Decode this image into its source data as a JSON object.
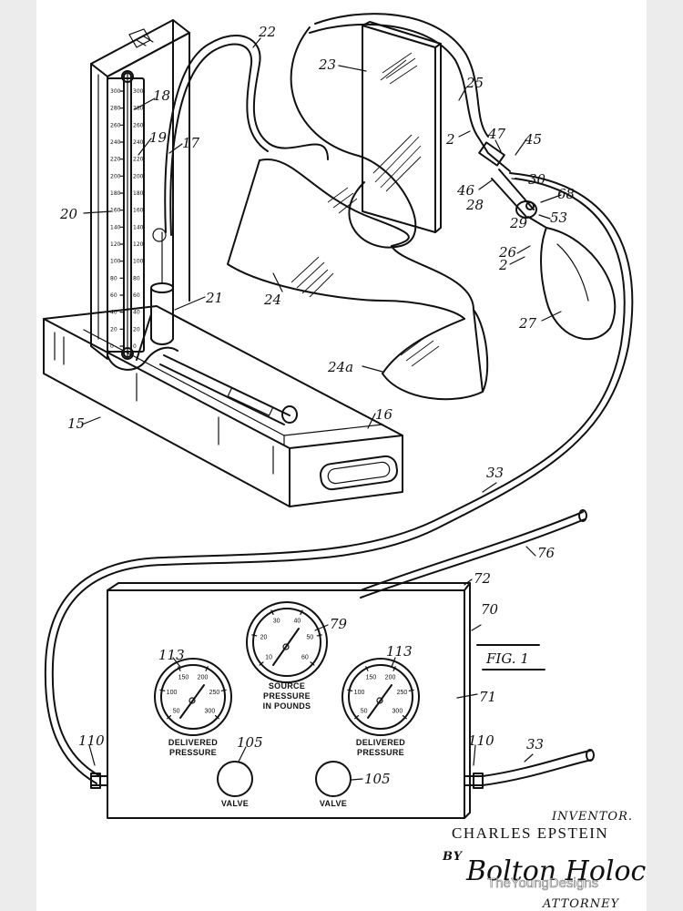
{
  "colors": {
    "ink": "#111111",
    "paper": "#ffffff",
    "page_background": "#ececec"
  },
  "figure_label": "FIG. 1",
  "references": {
    "r15": "15",
    "r16": "16",
    "r17": "17",
    "r18": "18",
    "r19": "19",
    "r20": "20",
    "r21": "21",
    "r22": "22",
    "r23": "23",
    "r24": "24",
    "r24a": "24a",
    "r25": "25",
    "r26": "26",
    "r27": "27",
    "r28": "28",
    "r29": "29",
    "r30": "30",
    "r33a": "33",
    "r33b": "33",
    "r45": "45",
    "r46": "46",
    "r47": "47",
    "r53": "53",
    "r68": "68",
    "r70": "70",
    "r71": "71",
    "r72": "72",
    "r76": "76",
    "r79": "79",
    "r105a": "105",
    "r105b": "105",
    "r110a": "110",
    "r110b": "110",
    "r113a": "113",
    "r113b": "113",
    "r2a": "2",
    "r2b": "2"
  },
  "manometer_scale": [
    "300",
    "280",
    "260",
    "240",
    "220",
    "200",
    "180",
    "160",
    "140",
    "120",
    "100",
    "80",
    "60",
    "40",
    "20",
    "0"
  ],
  "gauges": {
    "left": {
      "caption_line1": "DELIVERED",
      "caption_line2": "PRESSURE",
      "ticks": [
        "50",
        "100",
        "150",
        "200",
        "250",
        "300"
      ]
    },
    "source": {
      "caption_line1": "SOURCE",
      "caption_line2": "PRESSURE",
      "caption_line3": "IN POUNDS",
      "ticks": [
        "10",
        "20",
        "30",
        "40",
        "50",
        "60"
      ]
    },
    "right": {
      "caption_line1": "DELIVERED",
      "caption_line2": "PRESSURE",
      "ticks": [
        "50",
        "100",
        "150",
        "200",
        "250",
        "300"
      ]
    }
  },
  "valves": {
    "left_label": "VALVE",
    "right_label": "VALVE"
  },
  "inventor": {
    "heading": "INVENTOR.",
    "name": "CHARLES EPSTEIN",
    "by": "BY",
    "attorney_label": "ATTORNEY",
    "signature": "Bolton Holochek"
  },
  "watermark": "TheYoungDesigns"
}
